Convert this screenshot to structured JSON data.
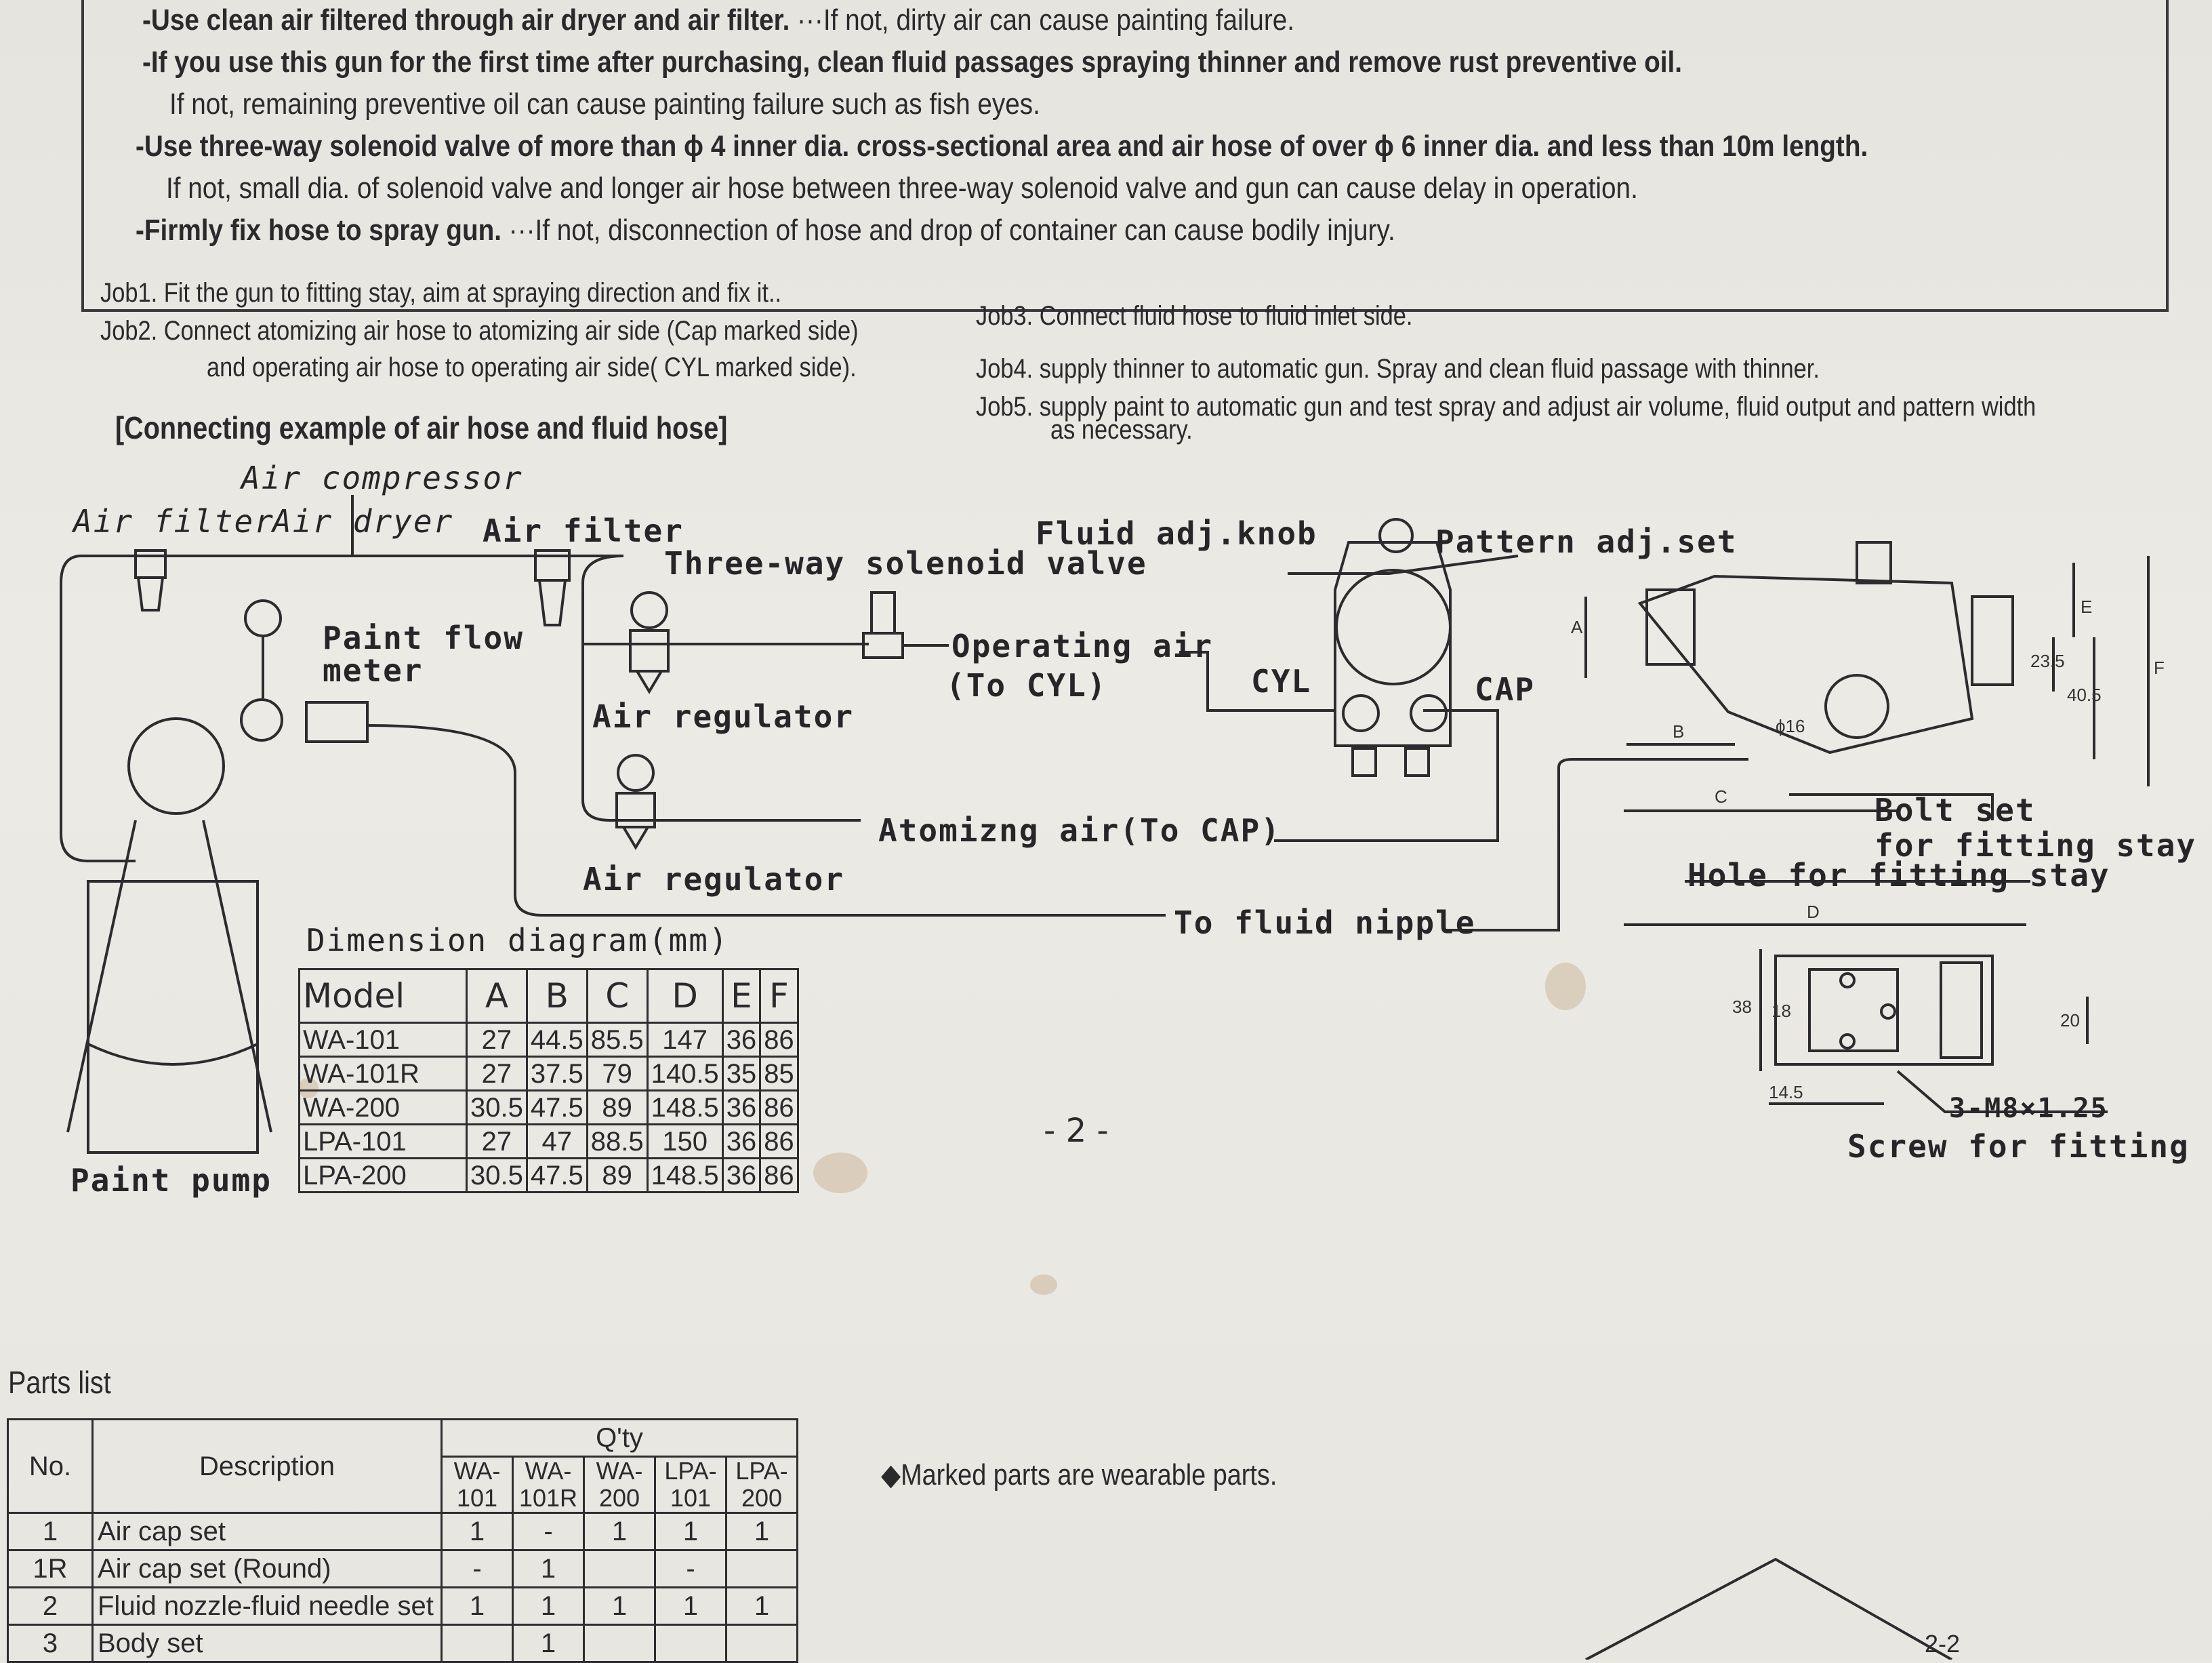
{
  "cautions": [
    {
      "text": "-Use clean air filtered through air dryer and air filter.",
      "note": "···If not, dirty air can cause painting failure."
    },
    {
      "text": "-If you use this gun for the first time after purchasing, clean fluid passages spraying thinner and remove rust preventive oil."
    },
    {
      "text": "If not, remaining preventive oil can cause painting failure such as fish eyes."
    },
    {
      "text": "-Use three-way solenoid valve of more than  ϕ 4 inner dia. cross-sectional area and air hose of over ϕ 6 inner dia. and less than 10m length."
    },
    {
      "text": "If not, small dia. of solenoid valve and longer air hose between three-way solenoid valve and gun can cause delay in operation."
    },
    {
      "text": "-Firmly fix hose to spray gun.",
      "note": "···If not, disconnection of hose and drop of container can cause bodily injury."
    }
  ],
  "jobs": {
    "job1": "Job1. Fit the gun to fitting stay, aim at spraying direction and fix it..",
    "job2a": "Job2. Connect atomizing air hose to atomizing air side (Cap marked side)",
    "job2b": "and operating air hose to operating air side( CYL marked side).",
    "job3": "Job3. Connect fluid hose to fluid inlet side.",
    "job4": "Job4. supply thinner to automatic gun. Spray and clean fluid passage with thinner.",
    "job5a": "Job5. supply paint to automatic gun and test spray and adjust air volume, fluid output and pattern width",
    "job5b": "as necessary."
  },
  "diagram": {
    "heading": "[Connecting example of air hose and fluid hose]",
    "air_compressor": "Air compressor",
    "air_filter_left": "Air filter",
    "air_dryer": "Air dryer",
    "air_filter_right": "Air filter",
    "three_way_valve": "Three-way solenoid valve",
    "fluid_knob": "Fluid adj.knob",
    "pattern_set": "Pattern adj.set",
    "paint_flow_meter_1": "Paint flow",
    "paint_flow_meter_2": "meter",
    "operating_air_1": "Operating air",
    "operating_air_2": "(To CYL)",
    "cyl": "CYL",
    "cap": "CAP",
    "air_regulator_1": "Air regulator",
    "air_regulator_2": "Air regulator",
    "atomizing_air": "Atomizng air(To CAP)",
    "to_fluid_nipple": "To fluid nipple",
    "paint_pump": "Paint pump",
    "bolt_set_1": "Bolt set",
    "bolt_set_2": "for fitting stay",
    "hole_for_stay": "Hole for fitting stay",
    "screw_size": "3-M8×1.25",
    "screw_for_fitting": "Screw for fitting",
    "dim_a": "A",
    "dim_b": "B",
    "dim_c": "C",
    "dim_d": "D",
    "dim_e": "E",
    "dim_f": "F",
    "dim_235": "23.5",
    "dim_405": "40.5",
    "dim_phi16": "ϕ16",
    "dim_38": "38",
    "dim_18": "18",
    "dim_20": "20",
    "dim_145": "14.5"
  },
  "dimension_table": {
    "title": "Dimension diagram(mm)",
    "headers": [
      "Model",
      "A",
      "B",
      "C",
      "D",
      "E",
      "F"
    ],
    "rows": [
      [
        "WA-101",
        "27",
        "44.5",
        "85.5",
        "147",
        "36",
        "86"
      ],
      [
        "WA-101R",
        "27",
        "37.5",
        "79",
        "140.5",
        "35",
        "85"
      ],
      [
        "WA-200",
        "30.5",
        "47.5",
        "89",
        "148.5",
        "36",
        "86"
      ],
      [
        "LPA-101",
        "27",
        "47",
        "88.5",
        "150",
        "36",
        "86"
      ],
      [
        "LPA-200",
        "30.5",
        "47.5",
        "89",
        "148.5",
        "36",
        "86"
      ]
    ]
  },
  "page_number": "- 2 -",
  "parts": {
    "title": "Parts list",
    "header_no": "No.",
    "header_desc": "Description",
    "header_qty": "Q'ty",
    "models": [
      [
        "WA-",
        "101"
      ],
      [
        "WA-",
        "101R"
      ],
      [
        "WA-",
        "200"
      ],
      [
        "LPA-",
        "101"
      ],
      [
        "LPA-",
        "200"
      ]
    ],
    "rows": [
      {
        "no": "1",
        "desc": "Air cap set",
        "q": [
          "1",
          "-",
          "1",
          "1",
          "1"
        ]
      },
      {
        "no": "1R",
        "desc": "Air cap set (Round)",
        "q": [
          "-",
          "1",
          "",
          "-",
          ""
        ]
      },
      {
        "no": "2",
        "desc": "Fluid nozzle-fluid needle set",
        "q": [
          "1",
          "1",
          "1",
          "1",
          "1"
        ]
      },
      {
        "no": "3",
        "desc": "Body set",
        "q": [
          "",
          "1",
          "",
          "",
          ""
        ]
      }
    ],
    "note": "◆Marked parts are wearable parts.",
    "footer_page": "2-2"
  }
}
